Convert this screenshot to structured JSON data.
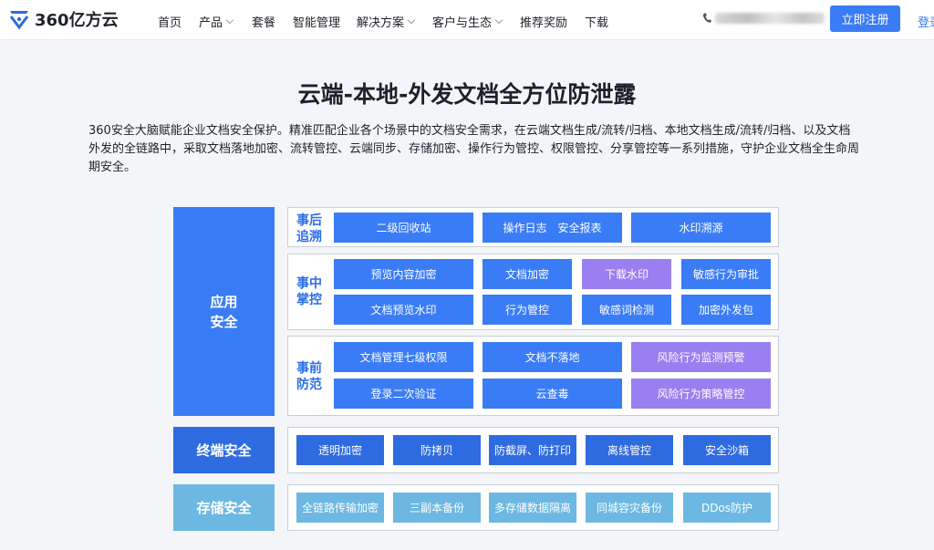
{
  "header": {
    "logo_text": "360亿方云",
    "nav": [
      {
        "label": "首页",
        "has_dropdown": false
      },
      {
        "label": "产品",
        "has_dropdown": true
      },
      {
        "label": "套餐",
        "has_dropdown": false
      },
      {
        "label": "智能管理",
        "has_dropdown": false
      },
      {
        "label": "解决方案",
        "has_dropdown": true
      },
      {
        "label": "客户与生态",
        "has_dropdown": true
      },
      {
        "label": "推荐奖励",
        "has_dropdown": false
      },
      {
        "label": "下载",
        "has_dropdown": false
      }
    ],
    "register_label": "立即注册",
    "login_label": "登录"
  },
  "title": "云端-本地-外发文档全方位防泄露",
  "description": "360安全大脑赋能企业文档安全保护。精准匹配企业各个场景中的文档安全需求，在云端文档生成/流转/归档、本地文档生成/流转/归档、以及文档外发的全链路中，采取文档落地加密、流转管控、云端同步、存储加密、操作行为管控、权限管控、分享管控等一系列措施，守护企业文档全生命周期安全。",
  "diagram": {
    "app_security": {
      "label_line1": "应用",
      "label_line2": "安全",
      "groups": [
        {
          "label_line1": "事后",
          "label_line2": "追溯",
          "items": [
            "二级回收站",
            "操作日志　安全报表",
            "水印溯源"
          ]
        },
        {
          "label_line1": "事中",
          "label_line2": "掌控",
          "items": [
            "预览内容加密",
            "文档加密",
            "下载水印",
            "敏感行为审批",
            "文档预览水印",
            "行为管控",
            "敏感词检测",
            "加密外发包"
          ]
        },
        {
          "label_line1": "事前",
          "label_line2": "防范",
          "items": [
            "文档管理七级权限",
            "文档不落地",
            "风险行为监测预警",
            "登录二次验证",
            "云查毒",
            "风险行为策略管控"
          ]
        }
      ]
    },
    "terminal_security": {
      "label": "终端安全",
      "items": [
        "透明加密",
        "防拷贝",
        "防截屏、防打印",
        "离线管控",
        "安全沙箱"
      ]
    },
    "storage_security": {
      "label": "存储安全",
      "items": [
        "全链路传输加密",
        "三副本备份",
        "多存储数据隔离",
        "同城容灾备份",
        "DDos防护"
      ]
    }
  },
  "colors": {
    "primary_blue": "#3a7cf6",
    "purple": "#9a7ff0",
    "navy": "#2f6be0",
    "light_blue": "#6cb8e2",
    "label_blue": "#2b6ee6"
  }
}
